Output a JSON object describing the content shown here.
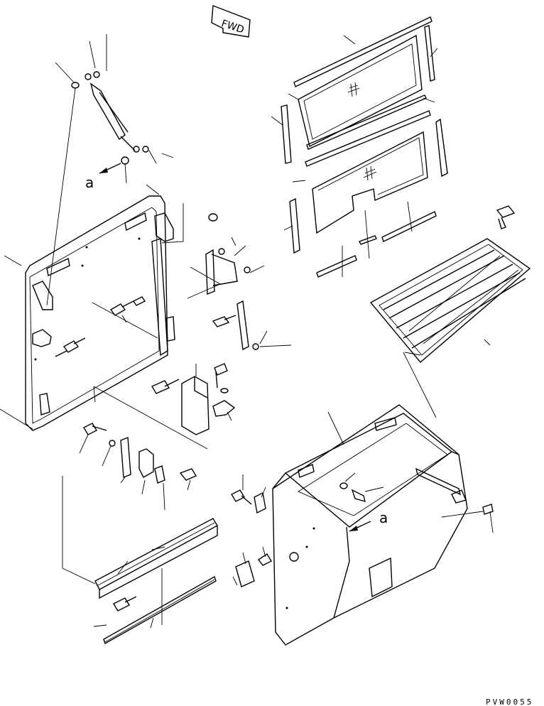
{
  "direction_arrow": {
    "text": "FWD"
  },
  "view_markers": {
    "a_left": "a",
    "a_right": "a"
  },
  "drawing_code": "PVW0055"
}
